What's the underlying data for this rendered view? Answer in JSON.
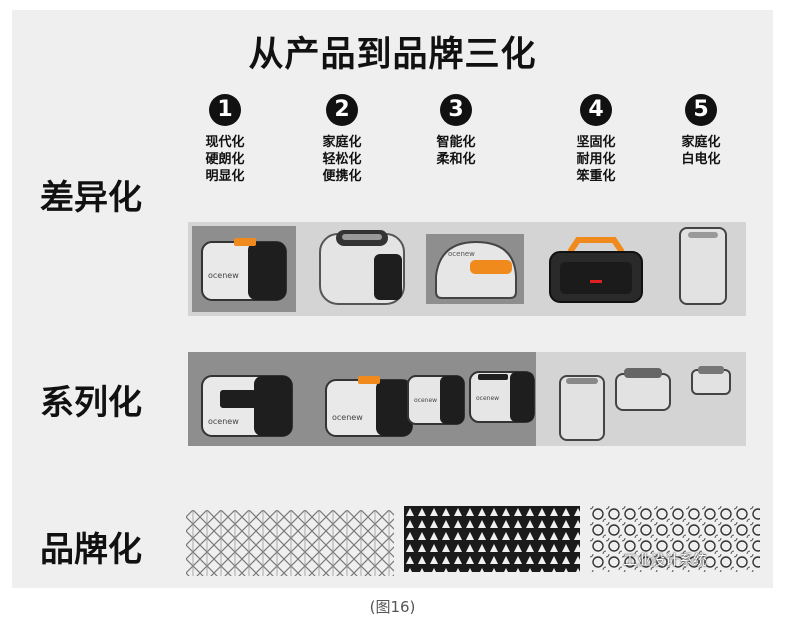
{
  "title": "从产品到品牌三化",
  "rows": {
    "differentiation": "差异化",
    "series": "系列化",
    "brand": "品牌化"
  },
  "columns": [
    {
      "num": "1",
      "lines": [
        "现代化",
        "硬朗化",
        "明显化"
      ]
    },
    {
      "num": "2",
      "lines": [
        "家庭化",
        "轻松化",
        "便携化"
      ]
    },
    {
      "num": "3",
      "lines": [
        "智能化",
        "柔和化"
      ]
    },
    {
      "num": "4",
      "lines": [
        "坚固化",
        "耐用化",
        "笨重化"
      ]
    },
    {
      "num": "5",
      "lines": [
        "家庭化",
        "白电化"
      ]
    }
  ],
  "brand_text": "ocenew",
  "watermark": "工业设计系统",
  "caption": "(图16)",
  "colors": {
    "accent": "#f08a1c",
    "panel": "#efefef",
    "dark": "#1e1e1e"
  }
}
